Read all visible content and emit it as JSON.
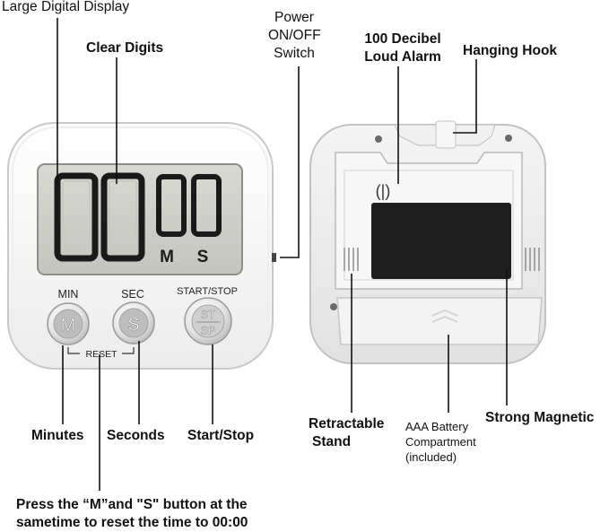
{
  "labels": {
    "large_display": "Large Digital Display",
    "clear_digits": "Clear Digits",
    "power_switch": [
      "Power",
      "ON/OFF",
      "Switch"
    ],
    "loud_alarm": [
      "100 Decibel",
      "Loud Alarm"
    ],
    "hanging_hook": "Hanging Hook",
    "minutes": "Minutes",
    "seconds": "Seconds",
    "start_stop": "Start/Stop",
    "retractable_stand": [
      "Retractable",
      "Stand"
    ],
    "battery": [
      "AAA Battery",
      "Compartment",
      "(included)"
    ],
    "strong_magnetic": "Strong Magnetic",
    "reset_note": [
      "Press the “M”and \"S\" button at the",
      "sametime to reset the time to 00:00"
    ]
  },
  "device": {
    "display_minutes": "00",
    "display_seconds": "00",
    "unit_m": "M",
    "unit_s": "S",
    "btn_min_label": "MIN",
    "btn_sec_label": "SEC",
    "btn_start_label": "START/STOP",
    "btn_m": "M",
    "btn_s": "S",
    "btn_st": "ST",
    "btn_sp": "SP",
    "reset_label": "RESET"
  }
}
